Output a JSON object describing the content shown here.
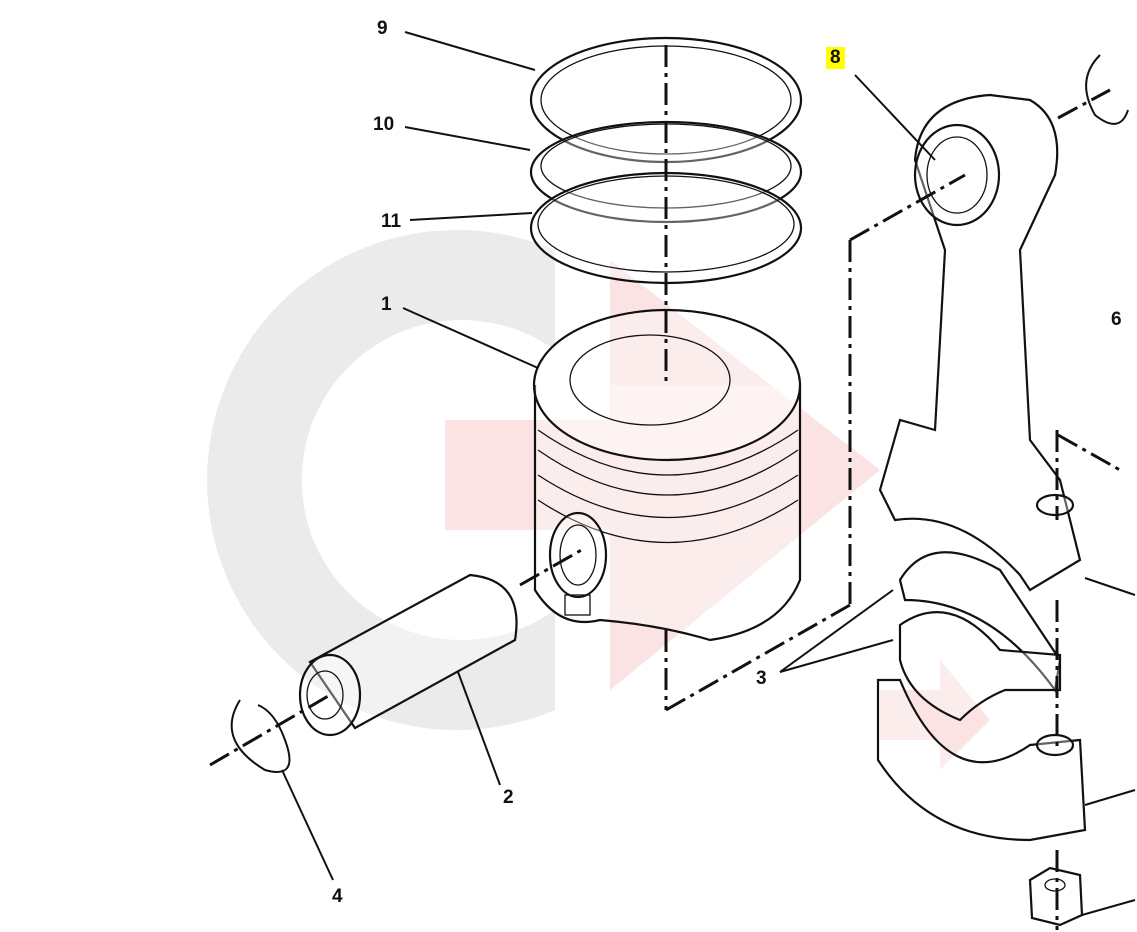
{
  "diagram": {
    "title": "Piston and connecting rod exploded view",
    "highlight_color": "#ffff00",
    "watermark_colors": {
      "gray": "#ebebeb",
      "red": "#fbe3e3"
    },
    "callouts": [
      {
        "id": "9",
        "part": "piston-ring-top"
      },
      {
        "id": "10",
        "part": "piston-ring-second"
      },
      {
        "id": "11",
        "part": "piston-ring-oil"
      },
      {
        "id": "1",
        "part": "piston"
      },
      {
        "id": "8",
        "part": "small-end-bushing",
        "highlighted": true
      },
      {
        "id": "6",
        "part": "connecting-rod"
      },
      {
        "id": "3",
        "part": "bearing-shells"
      },
      {
        "id": "2",
        "part": "piston-pin"
      },
      {
        "id": "4",
        "part": "snap-ring"
      }
    ]
  }
}
